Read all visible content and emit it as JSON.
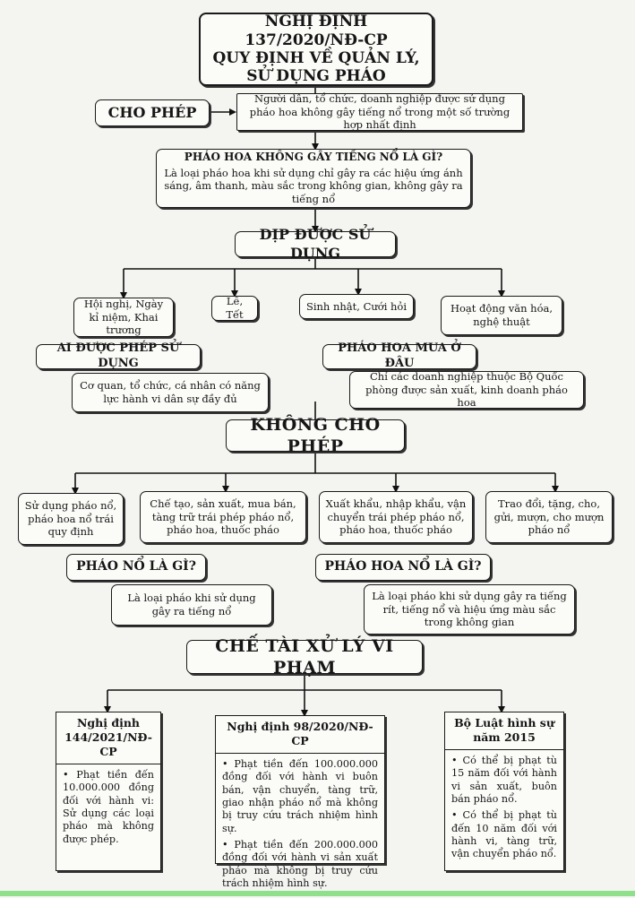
{
  "title": "NGHỊ ĐỊNH 137/2020/NĐ-CP QUY ĐỊNH VỀ QUẢN LÝ, SỬ DỤNG PHÁO",
  "title_lines": [
    "NGHỊ ĐỊNH 137/2020/NĐ-CP",
    "QUY ĐỊNH VỀ QUẢN LÝ,",
    "SỬ DỤNG PHÁO"
  ],
  "allowed": {
    "label": "CHO PHÉP",
    "description": "Người dân, tổ chức, doanh nghiệp được sử dụng pháo hoa không gây tiếng nổ trong một số trường hợp nhất định"
  },
  "definition": {
    "heading": "PHÁO HOA KHÔNG GÂY TIẾNG NỔ LÀ GÌ?",
    "text": "Là loại pháo hoa khi sử dụng chỉ gây ra các hiệu ứng ánh sáng, âm thanh, màu sắc trong không gian, không gây ra tiếng nổ"
  },
  "occasions": {
    "label": "DỊP ĐƯỢC SỬ DỤNG",
    "items": [
      "Hội nghị, Ngày kỉ niệm, Khai trương",
      "Lễ, Tết",
      "Sinh nhật, Cưới hỏi",
      "Hoạt động văn hóa, nghệ thuật"
    ]
  },
  "who": {
    "label": "AI ĐƯỢC PHÉP SỬ DỤNG",
    "text": "Cơ quan, tổ chức, cá nhân có năng lực hành vi dân sự đầy đủ"
  },
  "where": {
    "label": "PHÁO HOA MUA Ở ĐÂU",
    "text": "Chỉ các doanh nghiệp thuộc Bộ Quốc phòng được sản xuất, kinh doanh pháo hoa"
  },
  "not_allowed": {
    "label": "KHÔNG CHO PHÉP",
    "items": [
      "Sử dụng pháo nổ, pháo hoa nổ trái quy định",
      "Chế tạo, sản xuất, mua bán, tàng trữ trái phép pháo nổ, pháo hoa, thuốc pháo",
      "Xuất khẩu, nhập khẩu, vận chuyển trái phép pháo nổ, pháo hoa, thuốc pháo",
      "Trao đổi, tặng, cho, gửi, mượn, cho mượn pháo nổ"
    ]
  },
  "firecracker": {
    "label": "PHÁO NỔ LÀ GÌ?",
    "text": "Là loại pháo khi sử dụng gây ra tiếng nổ"
  },
  "exploding_fireworks": {
    "label": "PHÁO HOA NỔ LÀ GÌ?",
    "text": "Là loại pháo khi sử dụng gây ra tiếng rít, tiếng nổ và hiệu ứng màu sắc trong không gian"
  },
  "sanctions": {
    "label": "CHẾ TÀI XỬ LÝ VI PHẠM",
    "laws": [
      {
        "title": "Nghị định 144/2021/NĐ-CP",
        "points": [
          "• Phạt tiền đến 10.000.000 đồng đối với hành vi: Sử dụng các loại pháo mà không được phép."
        ]
      },
      {
        "title": "Nghị định 98/2020/NĐ-CP",
        "points": [
          "• Phạt tiền đến 100.000.000 đồng đối với hành vi buôn bán, vận chuyển, tàng trữ, giao nhận pháo nổ mà không bị truy cứu trách nhiệm hình sự.",
          "• Phạt tiền đến 200.000.000 đồng đối với hành vi sản xuất pháo mà không bị truy cứu trách nhiệm hình sự."
        ]
      },
      {
        "title": "Bộ Luật hình sự năm 2015",
        "points": [
          "• Có thể bị phạt tù 15 năm đối với hành vi sản xuất, buôn bán pháo nổ.",
          "• Có thể bị phạt tù đến 10 năm đối với hành vi, tàng trữ, vận chuyển pháo nổ."
        ]
      }
    ]
  }
}
